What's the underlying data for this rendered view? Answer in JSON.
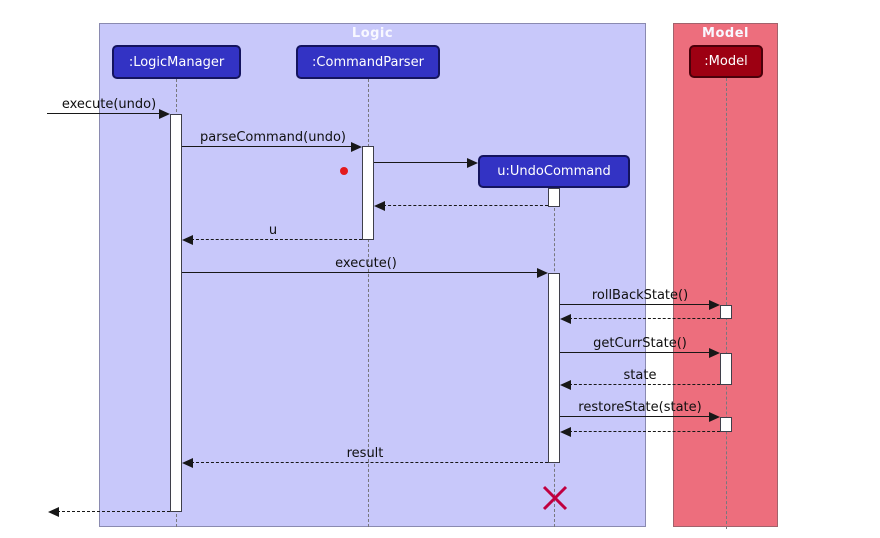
{
  "diagram": {
    "type": "uml-sequence-diagram",
    "frames": {
      "logic": {
        "title": "Logic",
        "fill": "#C8C8FA"
      },
      "model": {
        "title": "Model",
        "fill": "#ED6E7D"
      }
    },
    "participants": {
      "logic_manager": {
        "label": ":LogicManager",
        "fill": "#3333C4"
      },
      "command_parser": {
        "label": ":CommandParser",
        "fill": "#3333C4"
      },
      "undo_command": {
        "label": "u:UndoCommand",
        "fill": "#3333C4"
      },
      "model": {
        "label": ":Model",
        "fill": "#9D0012"
      }
    },
    "messages": {
      "execute_undo": "execute(undo)",
      "parse_command": "parseCommand(undo)",
      "return_u": "u",
      "execute": "execute()",
      "roll_back_state": "rollBackState()",
      "get_curr_state": "getCurrState()",
      "return_state": "state",
      "restore_state": "restoreState(state)",
      "return_result": "result"
    },
    "markers": {
      "destroy_x_color": "#C00040",
      "note_dot_color": "#E31A1C",
      "arrow_color": "#181818"
    }
  }
}
